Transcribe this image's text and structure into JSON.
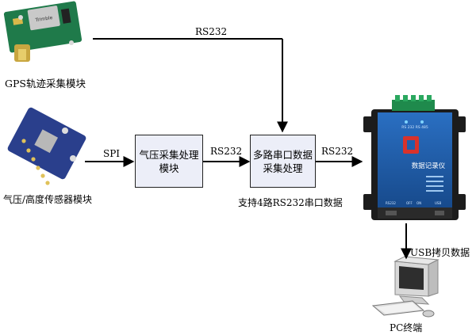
{
  "diagram": {
    "gps_module": {
      "label": "GPS轨迹采集模块"
    },
    "pressure_sensor": {
      "label": "气压/高度传感器模块"
    },
    "pressure_processing": {
      "line1": "气压采集处理",
      "line2": "模块"
    },
    "serial_collector": {
      "line1": "多路串口数据",
      "line2": "采集处理",
      "caption": "支持4路RS232串口数据"
    },
    "data_logger": {
      "title": "数据记录仪",
      "top_text": "RS 232 RS 485",
      "bottom_labels": [
        "RS232",
        "OFF",
        "ON",
        "USB"
      ]
    },
    "pc_terminal": {
      "label": "PC终端"
    },
    "links": {
      "gps_to_collector": "RS232",
      "sensor_to_processing": "SPI",
      "processing_to_collector": "RS232",
      "collector_to_logger": "RS232",
      "logger_to_pc": "USB拷贝数据"
    },
    "colors": {
      "pcb_green": "#1f7a4a",
      "sensor_blue": "#2a3f8c",
      "box_fill": "#eceef8",
      "logger_body": "#1c1c1c",
      "logger_panel": "#1e5fae"
    }
  }
}
